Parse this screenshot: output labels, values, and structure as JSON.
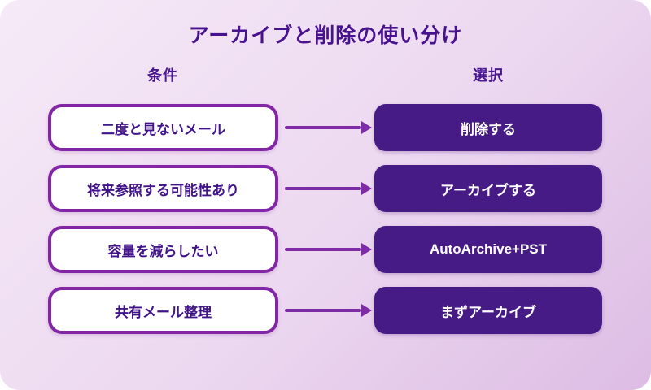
{
  "page": {
    "title": "アーカイブと削除の使い分け"
  },
  "columns": {
    "left_header": "条件",
    "right_header": "選択"
  },
  "rows": [
    {
      "condition": "二度と見ないメール",
      "choice": "削除する"
    },
    {
      "condition": "将来参照する可能性あり",
      "choice": "アーカイブする"
    },
    {
      "condition": "容量を減らしたい",
      "choice": "AutoArchive+PST"
    },
    {
      "condition": "共有メール整理",
      "choice": "まずアーカイブ"
    }
  ],
  "icons": {
    "arrow": "right-arrow-icon"
  },
  "colors": {
    "background_gradient_start": "#f6eaf7",
    "background_gradient_end": "#ddbce4",
    "title_text": "#48128e",
    "header_text": "#4b1790",
    "condition_border": "#8226a6",
    "condition_fill": "#ffffff",
    "condition_text": "#401388",
    "choice_fill": "#471b85",
    "choice_text": "#ffffff",
    "arrow": "#7e2ba6"
  }
}
